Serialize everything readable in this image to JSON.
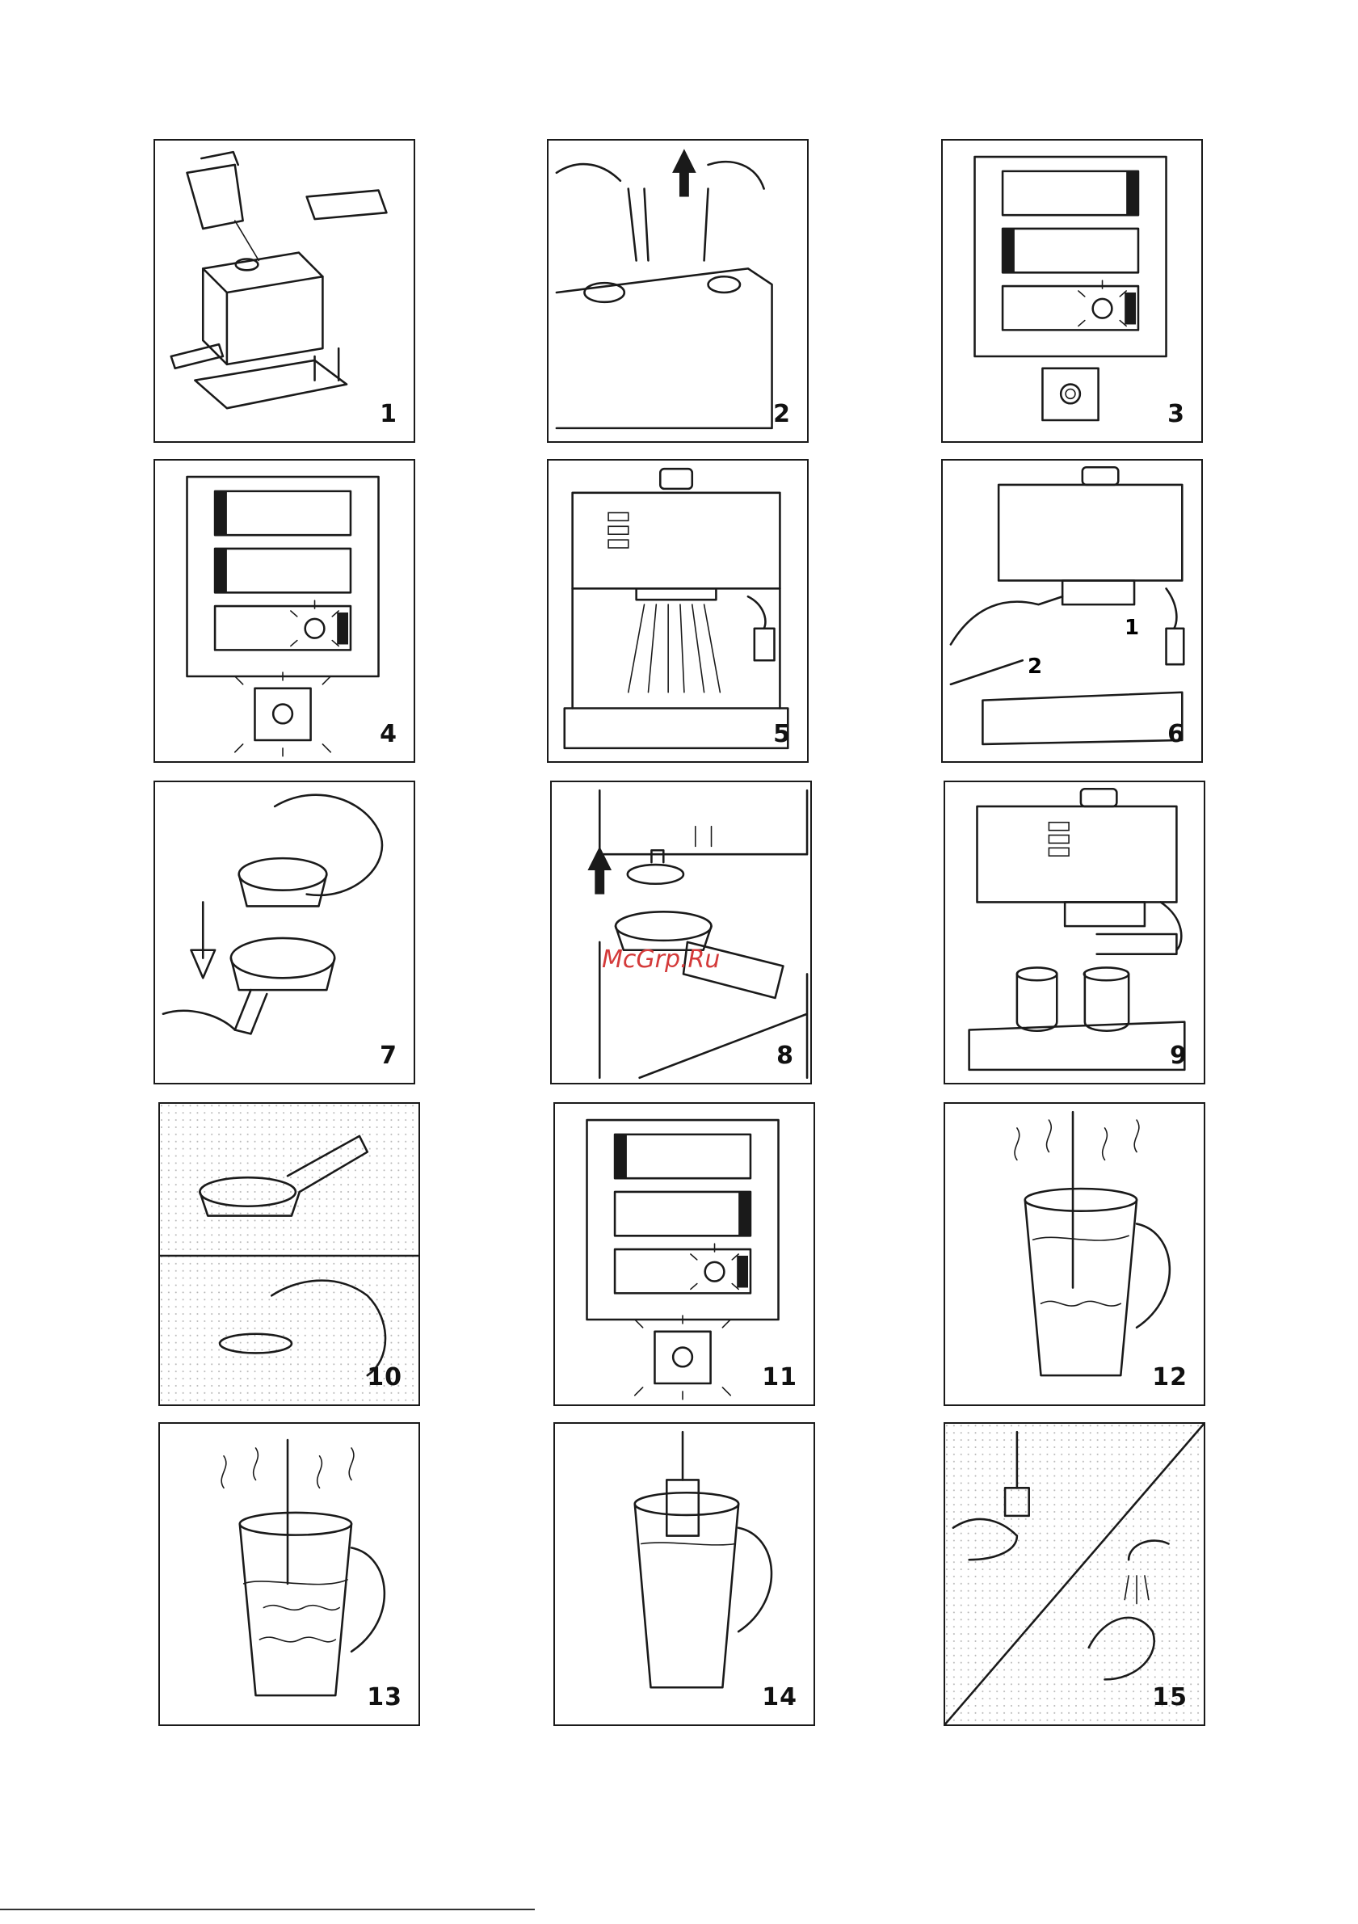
{
  "watermark": "McGrp.Ru",
  "panels": [
    {
      "number": "1"
    },
    {
      "number": "2"
    },
    {
      "number": "3"
    },
    {
      "number": "4"
    },
    {
      "number": "5"
    },
    {
      "number": "6"
    },
    {
      "number": "7"
    },
    {
      "number": "8"
    },
    {
      "number": "9"
    },
    {
      "number": "10"
    },
    {
      "number": "11"
    },
    {
      "number": "12"
    },
    {
      "number": "13"
    },
    {
      "number": "14"
    },
    {
      "number": "15"
    }
  ],
  "callouts": {
    "panel6_a": "1",
    "panel6_b": "2"
  }
}
